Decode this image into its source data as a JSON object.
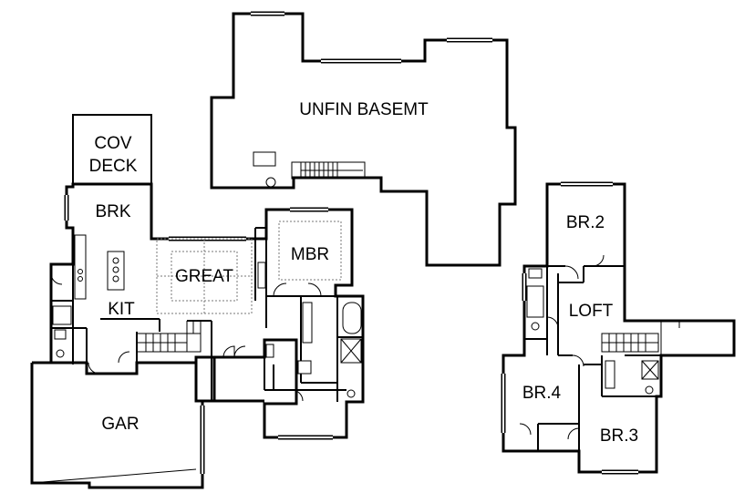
{
  "rooms": {
    "unfinished_basement": "UNFIN BASEMT",
    "covered_deck_line1": "COV",
    "covered_deck_line2": "DECK",
    "breakfast": "BRK",
    "great_room": "GREAT",
    "master_bedroom": "MBR",
    "kitchen": "KIT",
    "garage": "GAR",
    "bedroom_2": "BR.2",
    "loft": "LOFT",
    "bedroom_4": "BR.4",
    "bedroom_3": "BR.3"
  }
}
